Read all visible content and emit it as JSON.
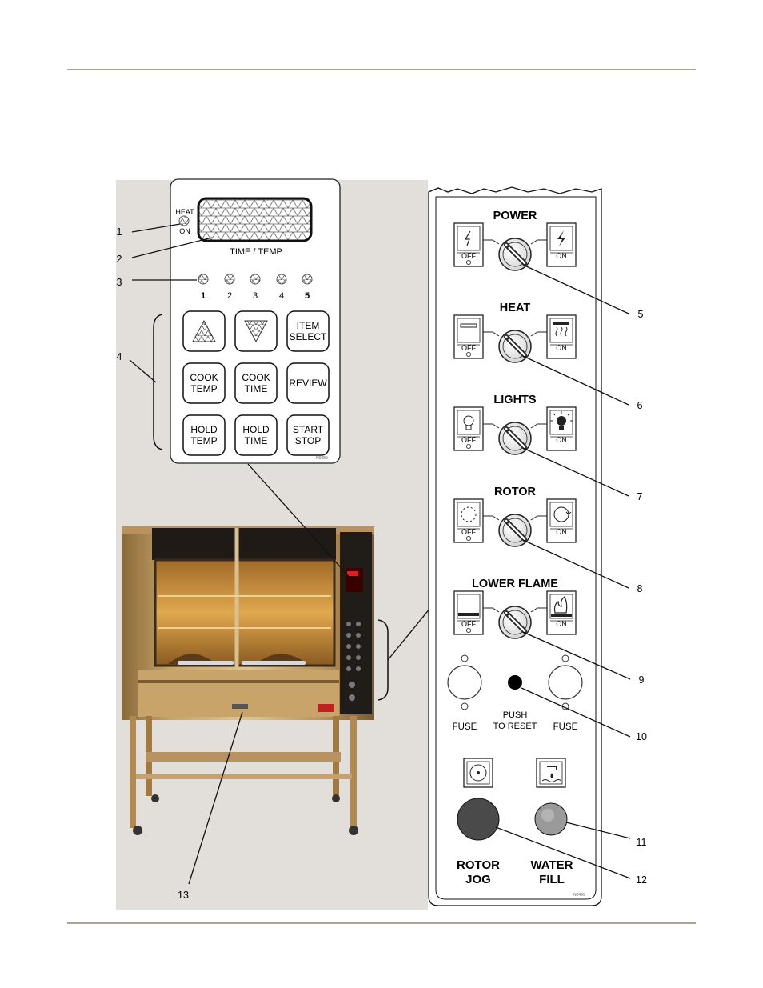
{
  "keypad": {
    "heat_on_top": "HEAT",
    "heat_on_bottom": "ON",
    "display_label": "TIME / TEMP",
    "indicators": [
      "1",
      "2",
      "3",
      "4",
      "5"
    ],
    "buttons": [
      {
        "l1": "",
        "l2": "",
        "icon": "up-arrow"
      },
      {
        "l1": "",
        "l2": "",
        "icon": "down-arrow"
      },
      {
        "l1": "ITEM",
        "l2": "SELECT"
      },
      {
        "l1": "COOK",
        "l2": "TEMP"
      },
      {
        "l1": "COOK",
        "l2": "TIME"
      },
      {
        "l1": "REVIEW",
        "l2": ""
      },
      {
        "l1": "HOLD",
        "l2": "TEMP"
      },
      {
        "l1": "HOLD",
        "l2": "TIME"
      },
      {
        "l1": "START",
        "l2": "STOP"
      }
    ],
    "code": "N0289"
  },
  "panel": {
    "switches": [
      {
        "title": "POWER",
        "off": "OFF",
        "on": "ON",
        "off_icon": "power-off-icon",
        "on_icon": "power-on-icon"
      },
      {
        "title": "HEAT",
        "off": "OFF",
        "on": "ON",
        "off_icon": "heat-off-icon",
        "on_icon": "heat-on-icon"
      },
      {
        "title": "LIGHTS",
        "off": "OFF",
        "on": "ON",
        "off_icon": "bulb-off-icon",
        "on_icon": "bulb-on-icon"
      },
      {
        "title": "ROTOR",
        "off": "OFF",
        "on": "ON",
        "off_icon": "rotor-off-icon",
        "on_icon": "rotor-on-icon"
      },
      {
        "title": "LOWER FLAME",
        "off": "OFF",
        "on": "ON",
        "off_icon": "flame-off-icon",
        "on_icon": "flame-on-icon"
      }
    ],
    "fuse_left": "FUSE",
    "fuse_right": "FUSE",
    "reset_l1": "PUSH",
    "reset_l2": "TO RESET",
    "rotor_l1": "ROTOR",
    "rotor_l2": "JOG",
    "water_l1": "WATER",
    "water_l2": "FILL",
    "code": "N0499"
  },
  "callouts": [
    "1",
    "2",
    "3",
    "4",
    "5",
    "6",
    "7",
    "8",
    "9",
    "10",
    "11",
    "12",
    "13"
  ],
  "colors": {
    "rule": "#a7a591",
    "oven_gold": "#c9a05a",
    "rotor_jog_button": "#4a4a4a",
    "water_fill_button": "#9a9a9a"
  }
}
